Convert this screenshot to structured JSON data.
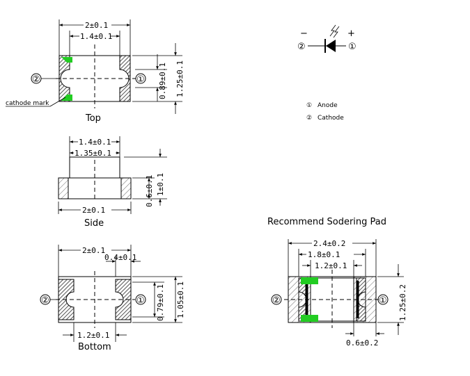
{
  "views": {
    "top": {
      "label": "Top",
      "dim_width": "2±0.1",
      "dim_inner": "1.4±0.1",
      "dim_inner_height": "0.89±0.1",
      "dim_height": "1.25±0.1",
      "pin_left": "②",
      "pin_right": "①",
      "cathode_mark": "cathode mark"
    },
    "side": {
      "label": "Side",
      "dim_top_outer": "1.4±0.1",
      "dim_top_inner": "1.35±0.1",
      "dim_width": "2±0.1",
      "dim_body": "0.6±0.1",
      "dim_total": "1±0.1"
    },
    "bottom": {
      "label": "Bottom",
      "dim_width": "2±0.1",
      "dim_pad": "0.4±0.1",
      "dim_gap": "1.2±0.1",
      "dim_pad_height": "0.79±0.1",
      "dim_height": "1.05±0.1",
      "pin_left": "②",
      "pin_right": "①"
    },
    "pad": {
      "title": "Recommend Sodering Pad",
      "dim_outer": "2.4±0.2",
      "dim_mid": "1.8±0.1",
      "dim_inner": "1.2±0.1",
      "dim_height": "1.25±0.2",
      "dim_pad_width": "0.6±0.2",
      "pin_left": "②",
      "pin_right": "①"
    }
  },
  "symbol": {
    "minus": "−",
    "plus": "+",
    "pin_left": "②",
    "pin_right": "①",
    "legend": [
      {
        "mark": "①",
        "text": "Anode"
      },
      {
        "mark": "②",
        "text": "Cathode"
      }
    ]
  },
  "colors": {
    "green_mark": "#22cc22",
    "hatch": "#555555"
  }
}
